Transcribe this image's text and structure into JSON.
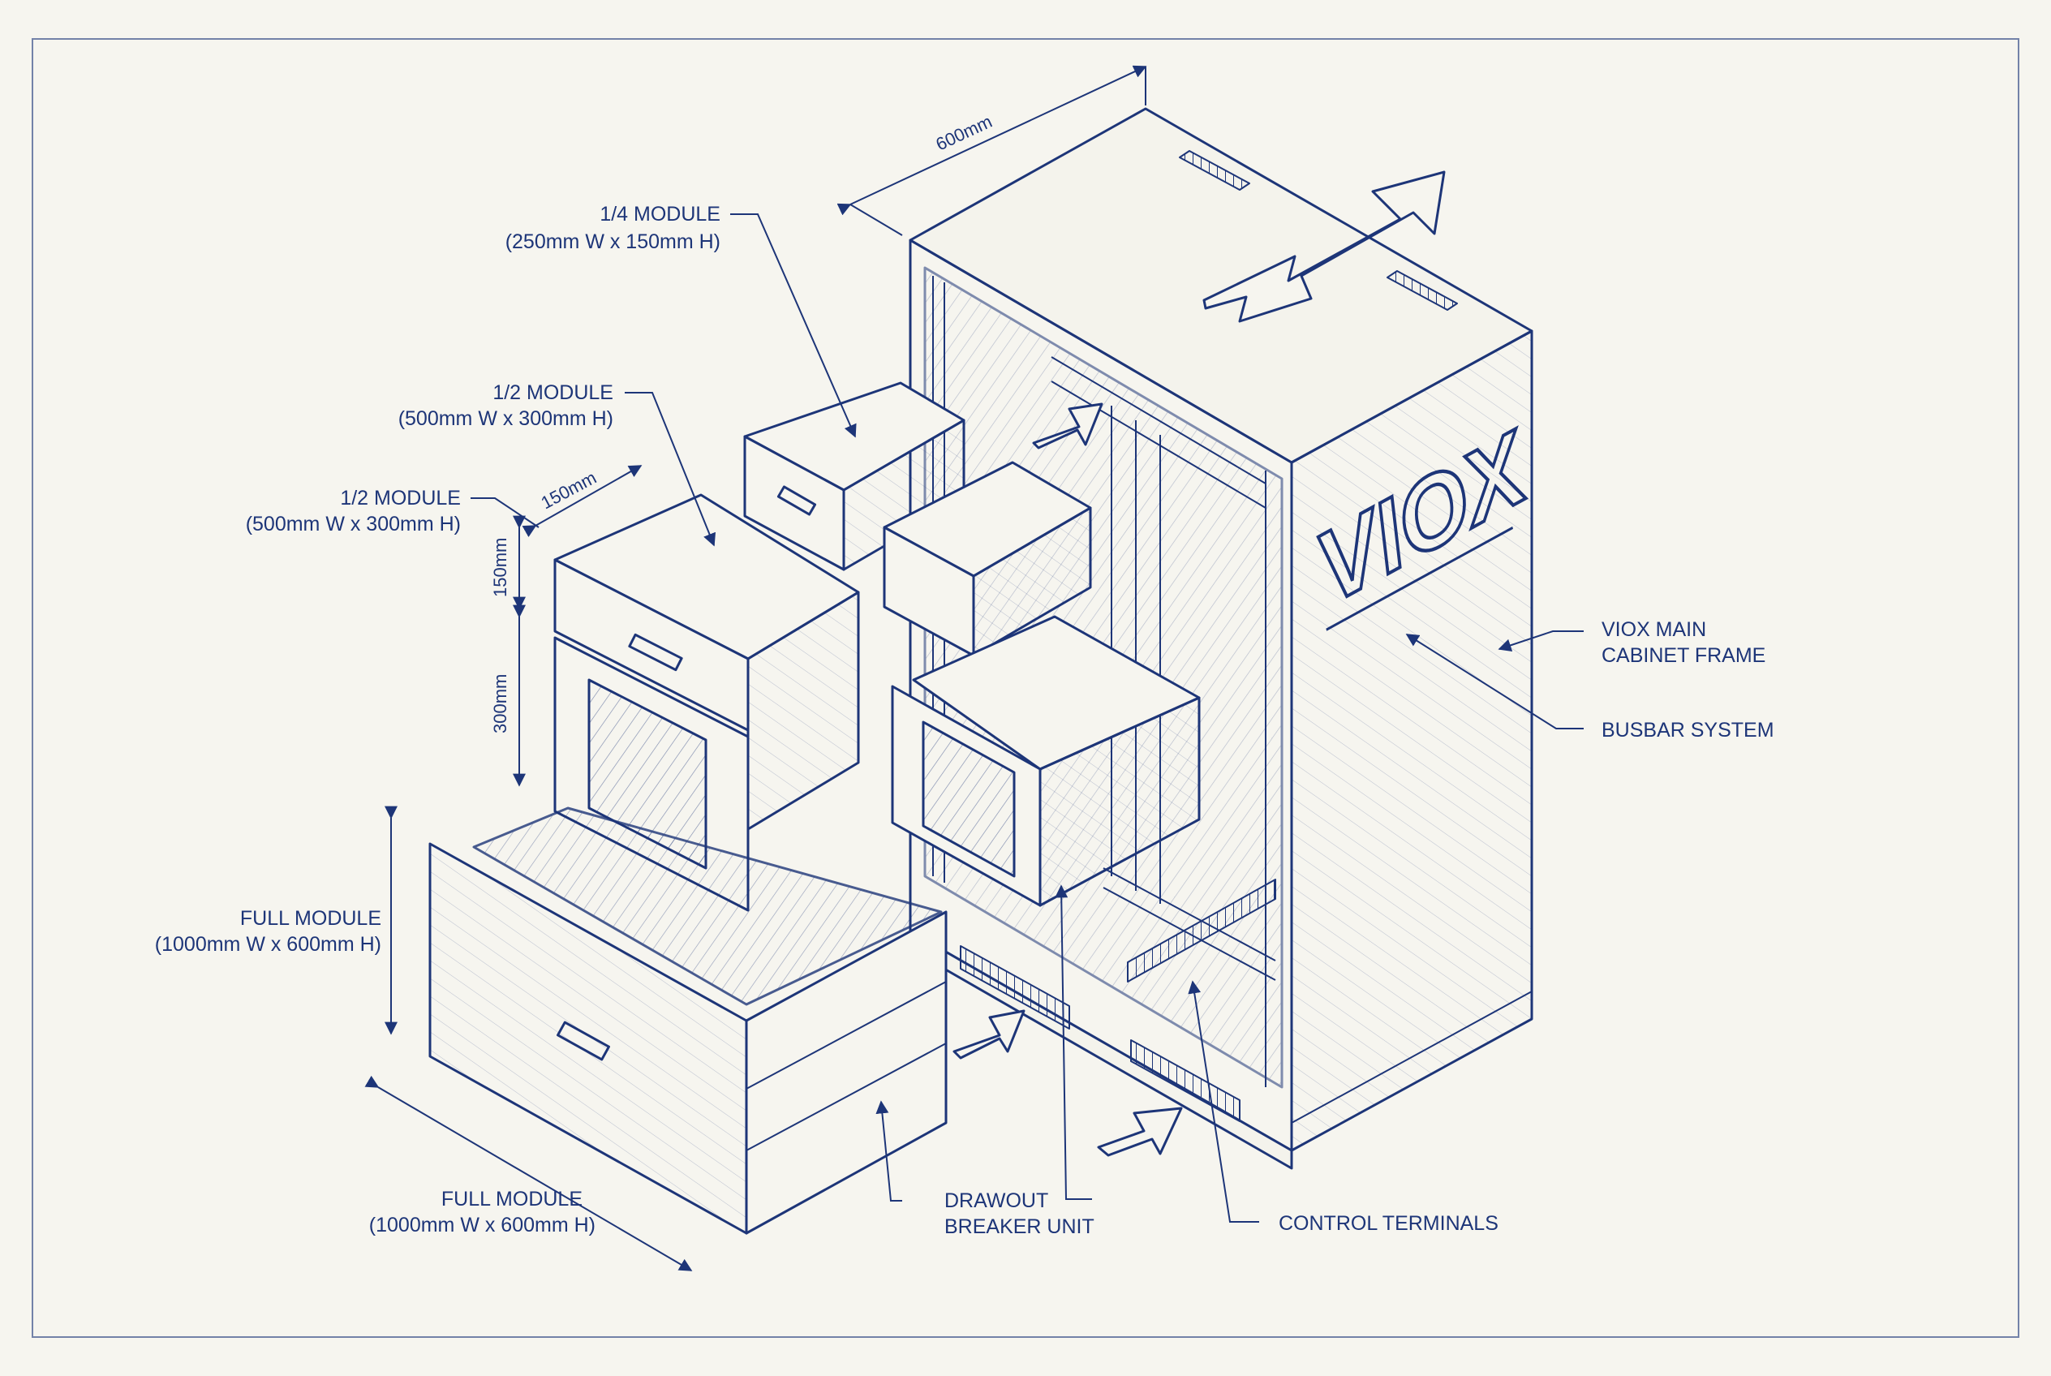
{
  "labels": {
    "width_600": "600mm",
    "quarter_module": {
      "title": "1/4 MODULE",
      "size": "(250mm W x 150mm H)"
    },
    "half_module_upper": {
      "title": "1/2 MODULE",
      "size": "(500mm W x 300mm H)"
    },
    "half_module_lower": {
      "title": "1/2 MODULE",
      "size": "(500mm W x 300mm H)"
    },
    "dim_150_top": "150mm",
    "dim_150_side": "150mm",
    "dim_300": "300mm",
    "full_module_upper": {
      "title": "FULL MODULE",
      "size": "(1000mm W x 600mm H)"
    },
    "full_module_lower": {
      "title": "FULL MODULE",
      "size": "(1000mm W x 600mm H)"
    },
    "main_frame": {
      "line1": "VIOX MAIN",
      "line2": "CABINET FRAME"
    },
    "busbar": "BUSBAR SYSTEM",
    "drawout": {
      "line1": "DRAWOUT",
      "line2": "BREAKER UNIT"
    },
    "control_terminals": "CONTROL TERMINALS"
  },
  "brand": "VIOX",
  "colors": {
    "ink": "#1d3578",
    "paper": "#f6f5ef"
  }
}
